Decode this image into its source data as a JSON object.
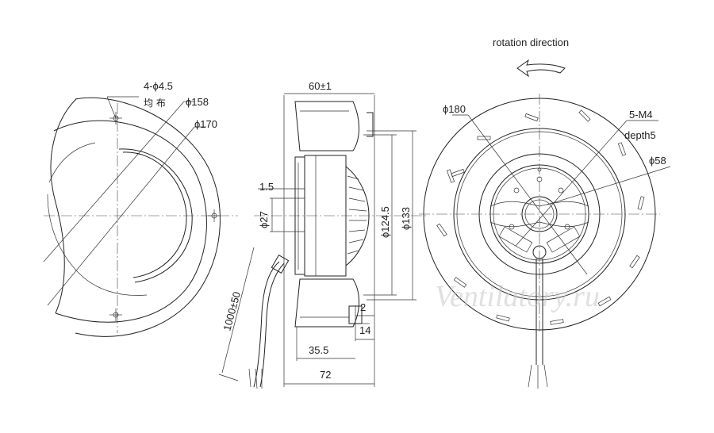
{
  "labels": {
    "rotation": "rotation direction",
    "holes": "4-ϕ4.5",
    "holes_cn": "均 布",
    "d158": "ϕ158",
    "d170": "ϕ170",
    "w60": "60±1",
    "t15": "1.5",
    "d27": "ϕ27",
    "d1245": "ϕ124.5",
    "d133": "ϕ133",
    "cable": "1000±50",
    "two": "2",
    "fourteen": "14",
    "d355": "35.5",
    "w72": "72",
    "d180": "ϕ180",
    "m4": "5-M4",
    "depth": "depth5",
    "d58": "ϕ58",
    "watermark": "Ventilatory.ru"
  },
  "colors": {
    "line": "#222222",
    "watermark": "#c8c8c8"
  },
  "icons": {
    "rotation": "rotation-arrow-icon"
  }
}
